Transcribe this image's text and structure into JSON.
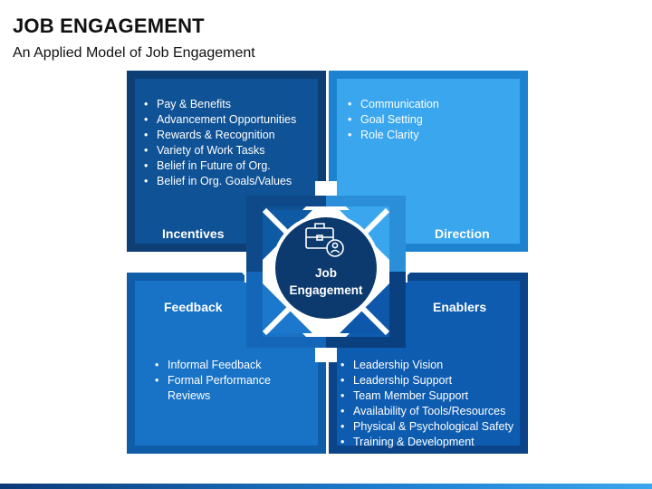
{
  "header": {
    "title": "JOB ENGAGEMENT",
    "subtitle": "An Applied Model of Job Engagement"
  },
  "center": {
    "line1": "Job",
    "line2": "Engagement",
    "icon": "briefcase-user-icon"
  },
  "quadrants": {
    "incentives": {
      "label": "Incentives",
      "items": [
        "Pay & Benefits",
        "Advancement Opportunities",
        "Rewards & Recognition",
        "Variety of Work Tasks",
        "Belief in Future of Org.",
        "Belief in Org. Goals/Values"
      ]
    },
    "direction": {
      "label": "Direction",
      "items": [
        "Communication",
        "Goal Setting",
        "Role Clarity"
      ]
    },
    "feedback": {
      "label": "Feedback",
      "items": [
        "Informal Feedback",
        "Formal Performance Reviews"
      ]
    },
    "enablers": {
      "label": "Enablers",
      "items": [
        "Leadership Vision",
        "Leadership Support",
        "Team Member Support",
        "Availability of Tools/Resources",
        "Physical & Psychological  Safety",
        "Training & Development"
      ]
    }
  },
  "colors": {
    "dark_navy": "#0d3f74",
    "mid_blue": "#0f5296",
    "light_blue": "#3aa6ee",
    "core": "#0c3a6e"
  }
}
